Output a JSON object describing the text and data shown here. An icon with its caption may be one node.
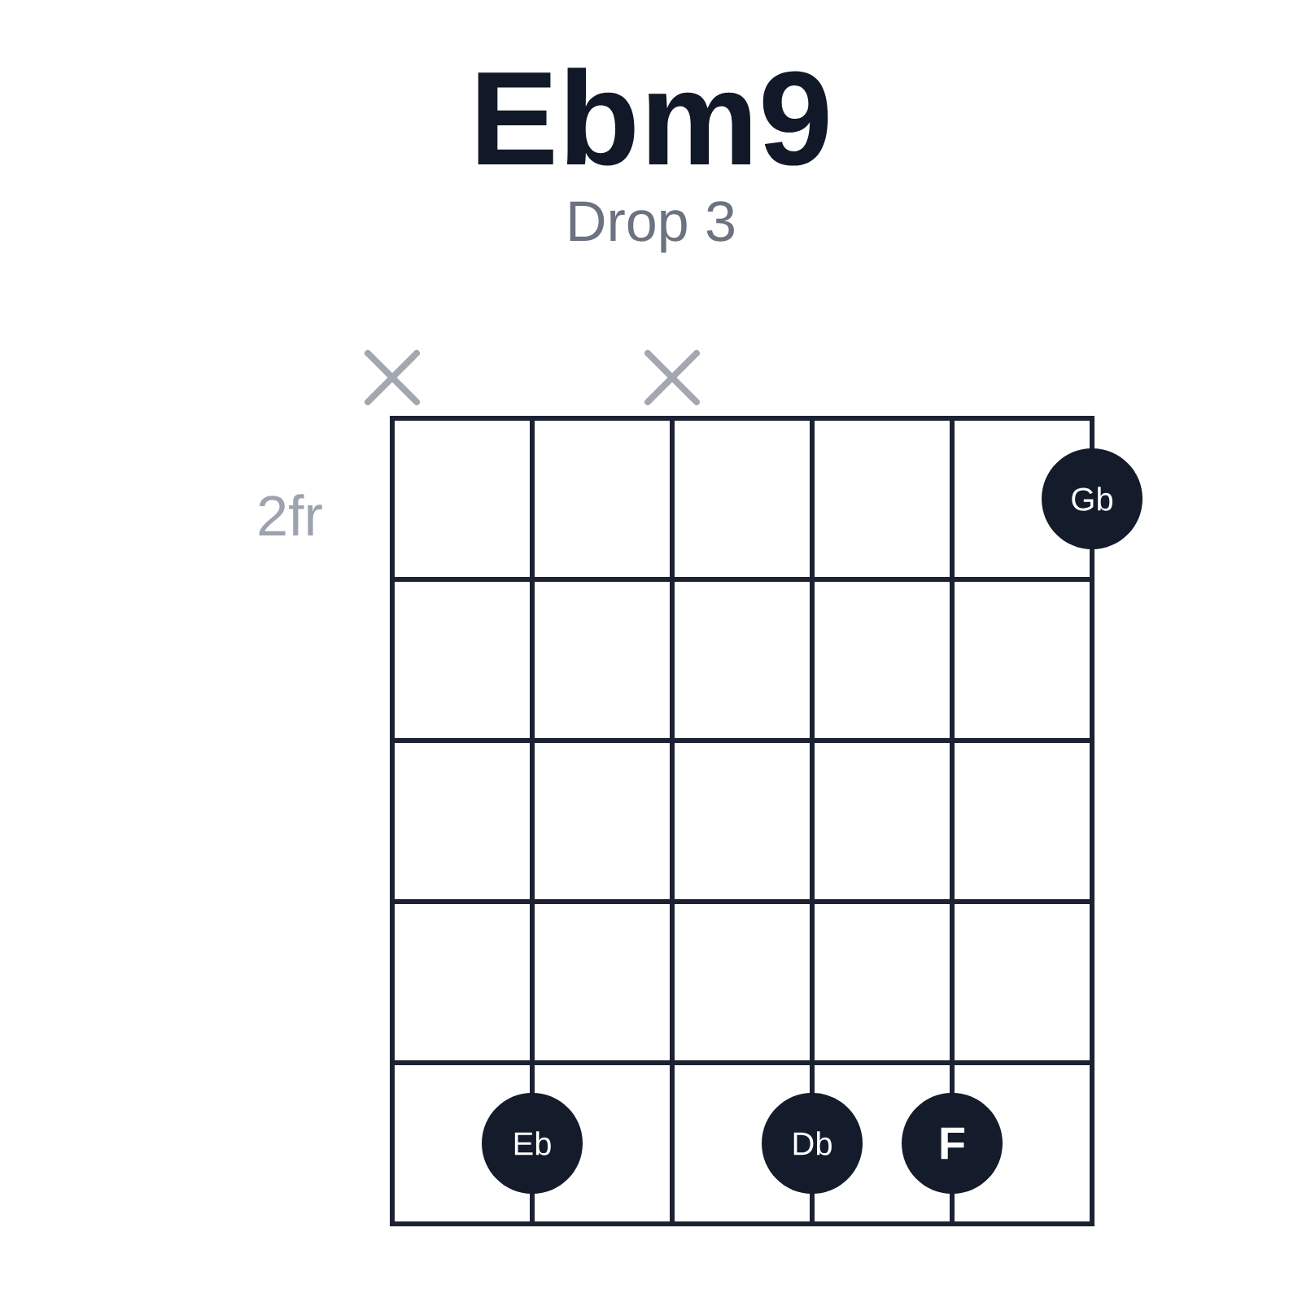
{
  "diagram": {
    "title": "Ebm9",
    "nodes": [
      {
        "text": [
          "Gb"
        ]
      },
      {
        "text": [
          "Eb"
        ]
      },
      {
        "text": [
          "Db"
        ]
      },
      {
        "text": [
          "F"
        ]
      }
    ],
    "labels": [
      "Drop 3",
      "2fr"
    ]
  }
}
